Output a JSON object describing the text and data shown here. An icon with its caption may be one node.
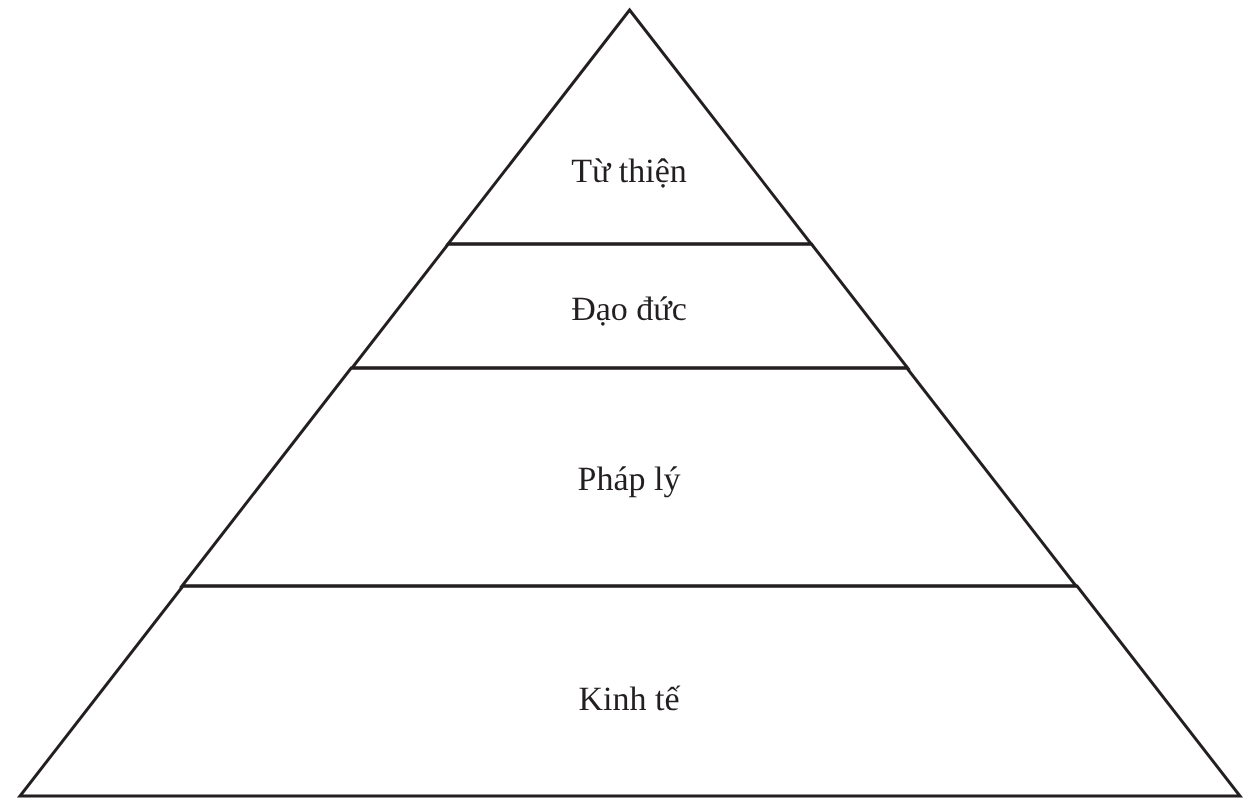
{
  "diagram": {
    "nodes": [
      {
        "text": [
          "Từ thiện"
        ]
      },
      {
        "text": [
          "Đạo đức"
        ]
      },
      {
        "text": [
          "Pháp lý"
        ]
      },
      {
        "text": [
          "Kinh tế"
        ]
      }
    ]
  }
}
